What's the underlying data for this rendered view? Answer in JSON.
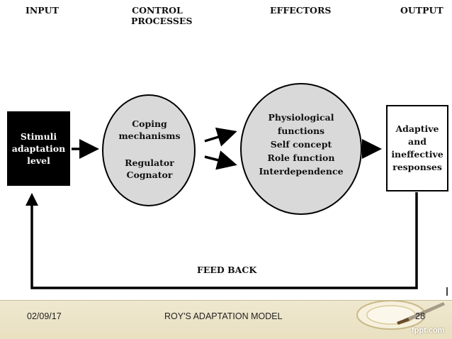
{
  "headers": {
    "input": "INPUT",
    "control_line1": "CONTROL",
    "control_line2": "PROCESSES",
    "effectors": "EFFECTORS",
    "output": "OUTPUT"
  },
  "input_box": {
    "line1": "Stimuli",
    "line2": "adaptation",
    "line3": "level"
  },
  "control_ellipse": {
    "line1": "Coping",
    "line2": "mechanisms",
    "line3": "Regulator",
    "line4": "Cognator"
  },
  "effectors_ellipse": {
    "line1": "Physiological",
    "line2": "functions",
    "line3": "Self concept",
    "line4": "Role function",
    "line5": "Interdependence"
  },
  "output_box": {
    "line1": "Adaptive",
    "line2": "and",
    "line3": "ineffective",
    "line4": "responses"
  },
  "feedback_label": "FEED BACK",
  "footer": {
    "date": "02/09/17",
    "title": "ROY'S ADAPTATION MODEL",
    "page": "28",
    "brand": "fppt.com"
  },
  "colors": {
    "ellipse_fill": "#d9d9d9",
    "input_fill": "#000000",
    "footer_band": "#ece4c8"
  }
}
